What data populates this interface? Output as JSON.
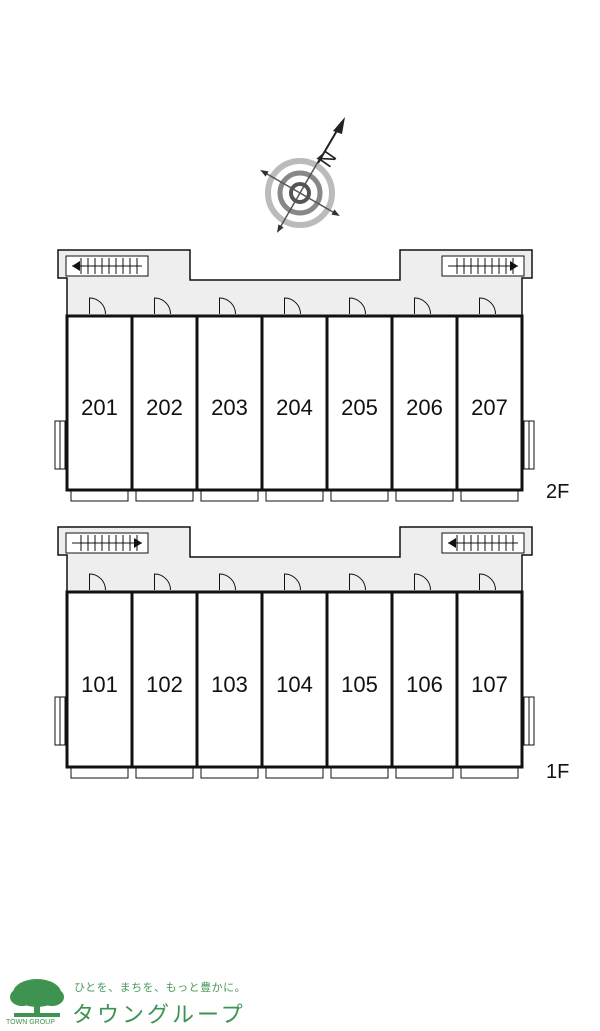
{
  "compass": {
    "north_label": "N"
  },
  "floors": [
    {
      "label": "2F",
      "units": [
        "201",
        "202",
        "203",
        "204",
        "205",
        "206",
        "207"
      ]
    },
    {
      "label": "1F",
      "units": [
        "101",
        "102",
        "103",
        "104",
        "105",
        "106",
        "107"
      ]
    }
  ],
  "logo": {
    "tagline": "ひとを、まちを、もっと豊かに。",
    "name": "タウングループ",
    "small_text": "TOWN GROUP"
  },
  "colors": {
    "corridor": "#eeeeee",
    "wall": "#111111",
    "logo_green": "#3e9350"
  }
}
